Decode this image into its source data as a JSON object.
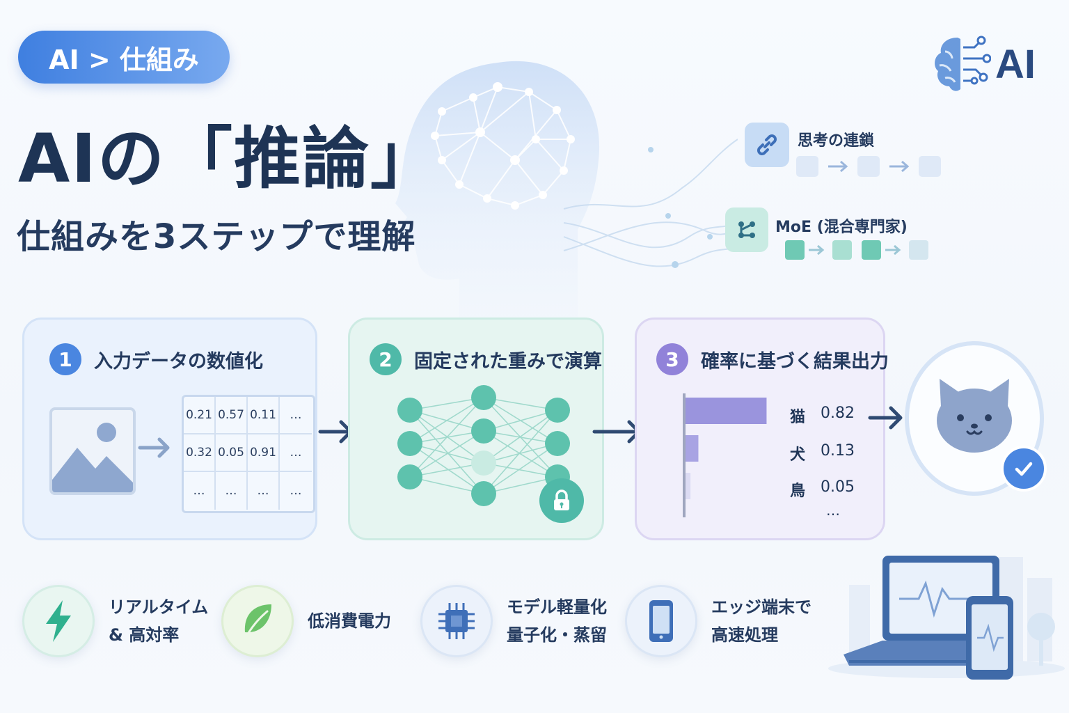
{
  "breadcrumb": "AI > 仕組み",
  "logo_text": "AI",
  "title": "AIの「推論」",
  "subtitle": "仕組みを3ステップで理解",
  "techniques": [
    {
      "label": "思考の連鎖",
      "icon": "chain-link-icon"
    },
    {
      "label": "MoE (混合専門家)",
      "icon": "branch-network-icon"
    }
  ],
  "steps": [
    {
      "number": "1",
      "label": "入力データの数値化",
      "color": "#4a86e0"
    },
    {
      "number": "2",
      "label": "固定された重みで演算",
      "color": "#4fb9a8"
    },
    {
      "number": "3",
      "label": "確率に基づく結果出力",
      "color": "#9182d9"
    }
  ],
  "matrix": [
    [
      "0.21",
      "0.57",
      "0.11",
      "…"
    ],
    [
      "0.32",
      "0.05",
      "0.91",
      "…"
    ],
    [
      "…",
      "…",
      "…",
      "…"
    ]
  ],
  "chart_data": {
    "type": "bar",
    "categories": [
      "猫",
      "犬",
      "鳥"
    ],
    "values": [
      0.82,
      0.13,
      0.05
    ],
    "value_labels": [
      "0.82",
      "0.13",
      "0.05"
    ],
    "more": "…",
    "colors": [
      "#9a94dd",
      "#a8a3e3",
      "#dcdbf3"
    ],
    "xlim": [
      0,
      1
    ]
  },
  "features": [
    {
      "line1": "リアルタイム",
      "line2": "& 高対率",
      "icon": "lightning-icon",
      "color": "#2fb08e"
    },
    {
      "line1": "低消費電力",
      "line2": "",
      "icon": "leaf-icon",
      "color": "#6cc36a"
    },
    {
      "line1": "モデル軽量化",
      "line2": "量子化・蒸留",
      "icon": "chip-icon",
      "color": "#3f6fb8"
    },
    {
      "line1": "エッジ端末で",
      "line2": "高速処理",
      "icon": "smartphone-icon",
      "color": "#3f6fb8"
    }
  ],
  "colors": {
    "accent_blue": "#4a86e0",
    "accent_teal": "#4fb9a8",
    "accent_purple": "#9182d9",
    "arrow": "#2f4a72"
  }
}
